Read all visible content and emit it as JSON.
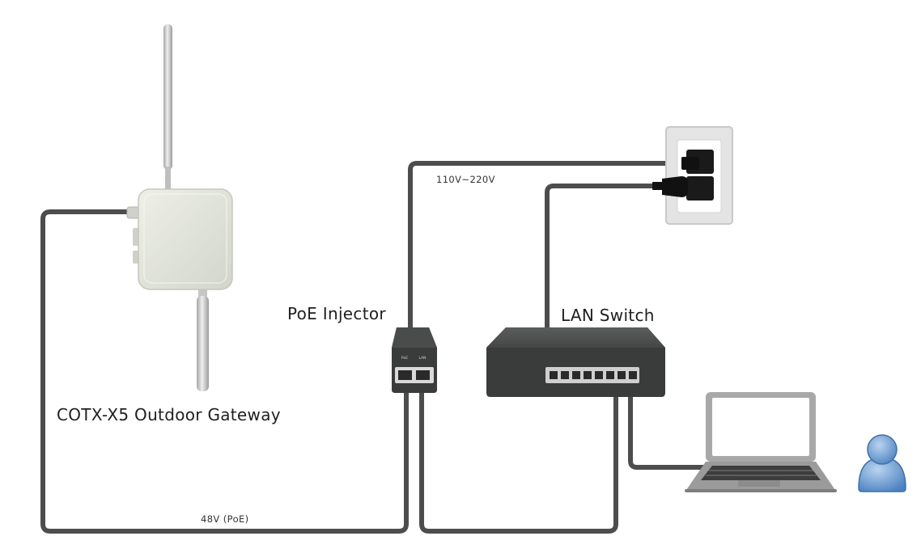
{
  "labels": {
    "gateway": "COTX-X5 Outdoor Gateway",
    "poe_injector": "PoE Injector",
    "lan_switch": "LAN Switch",
    "ac_power": "110V~220V",
    "poe_voltage": "48V (PoE)"
  },
  "injector_ports": {
    "left": "PoE",
    "right": "LAN"
  },
  "colors": {
    "cable": "#4d4d4d",
    "device_dark": "#3b3d3d",
    "gateway_body": "#e3e5dd",
    "laptop_frame": "#a9a9a9",
    "user_icon": "#5e90c9"
  },
  "icons": [
    "gateway-device",
    "antenna-icon",
    "poe-injector-device",
    "lan-switch-device",
    "wall-outlet-icon",
    "power-plug-icon",
    "laptop-icon",
    "user-icon"
  ]
}
